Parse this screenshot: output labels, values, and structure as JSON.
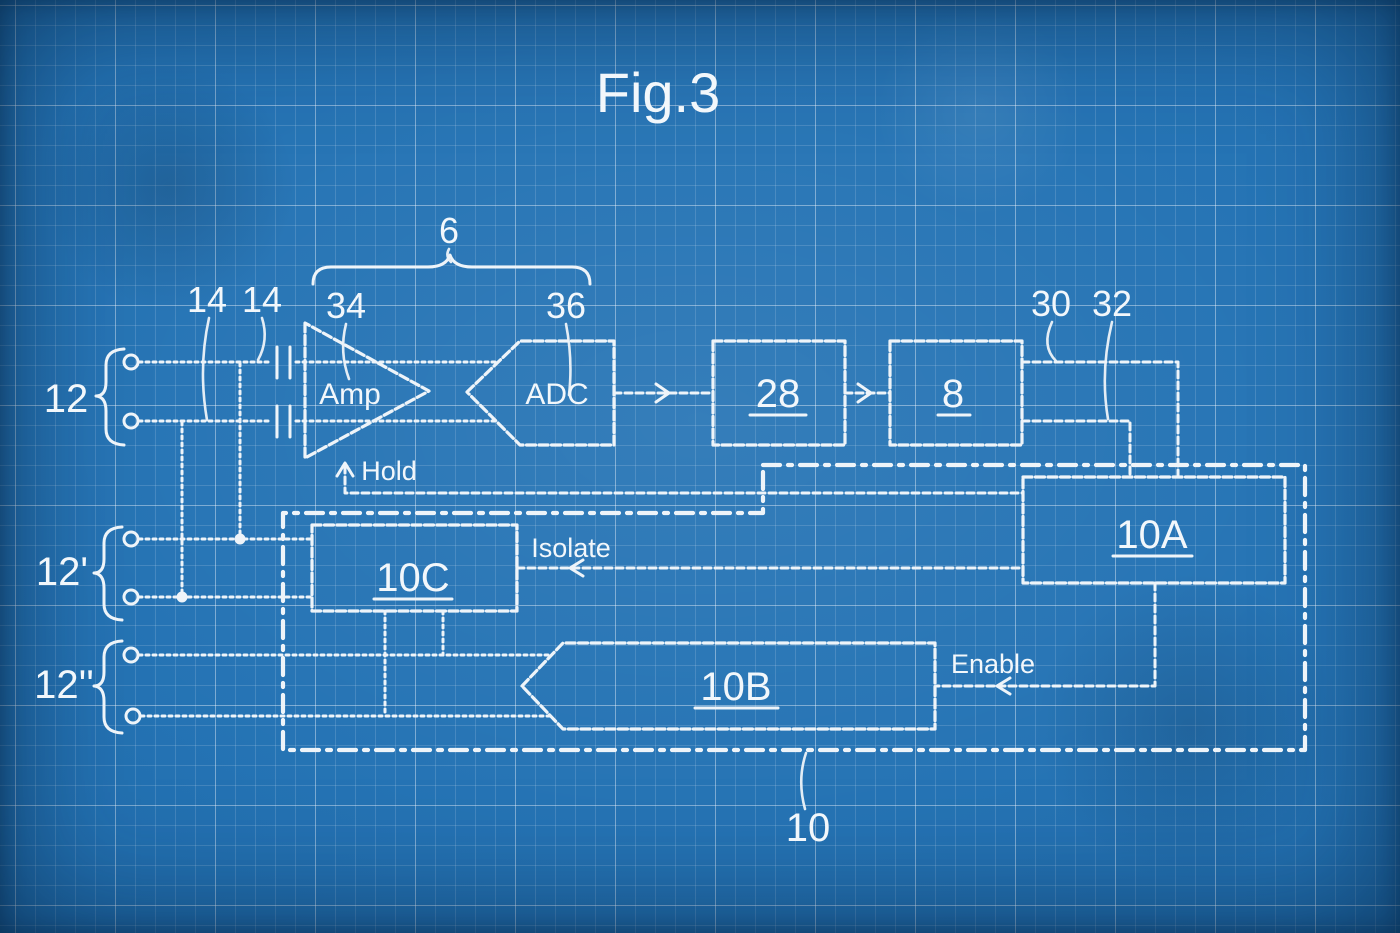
{
  "figure_title": "Fig.3",
  "colors": {
    "paper_blue": "#1e6fb2",
    "ink_white": "#eef4f9"
  },
  "refs": {
    "group_brace": "6",
    "cap_left": "14",
    "cap_right": "14",
    "amp_ref": "34",
    "adc_ref": "36",
    "bus_upper": "30",
    "bus_lower": "32",
    "input_pair": "12",
    "input_pair_prime": "12'",
    "input_pair_double_prime": "12''",
    "boundary_ref": "10"
  },
  "blocks": {
    "amp": "Amp",
    "adc": "ADC",
    "b28": "28",
    "b8": "8",
    "b10a": "10A",
    "b10b": "10B",
    "b10c": "10C"
  },
  "signals": {
    "hold": "Hold",
    "isolate": "Isolate",
    "enable": "Enable"
  }
}
